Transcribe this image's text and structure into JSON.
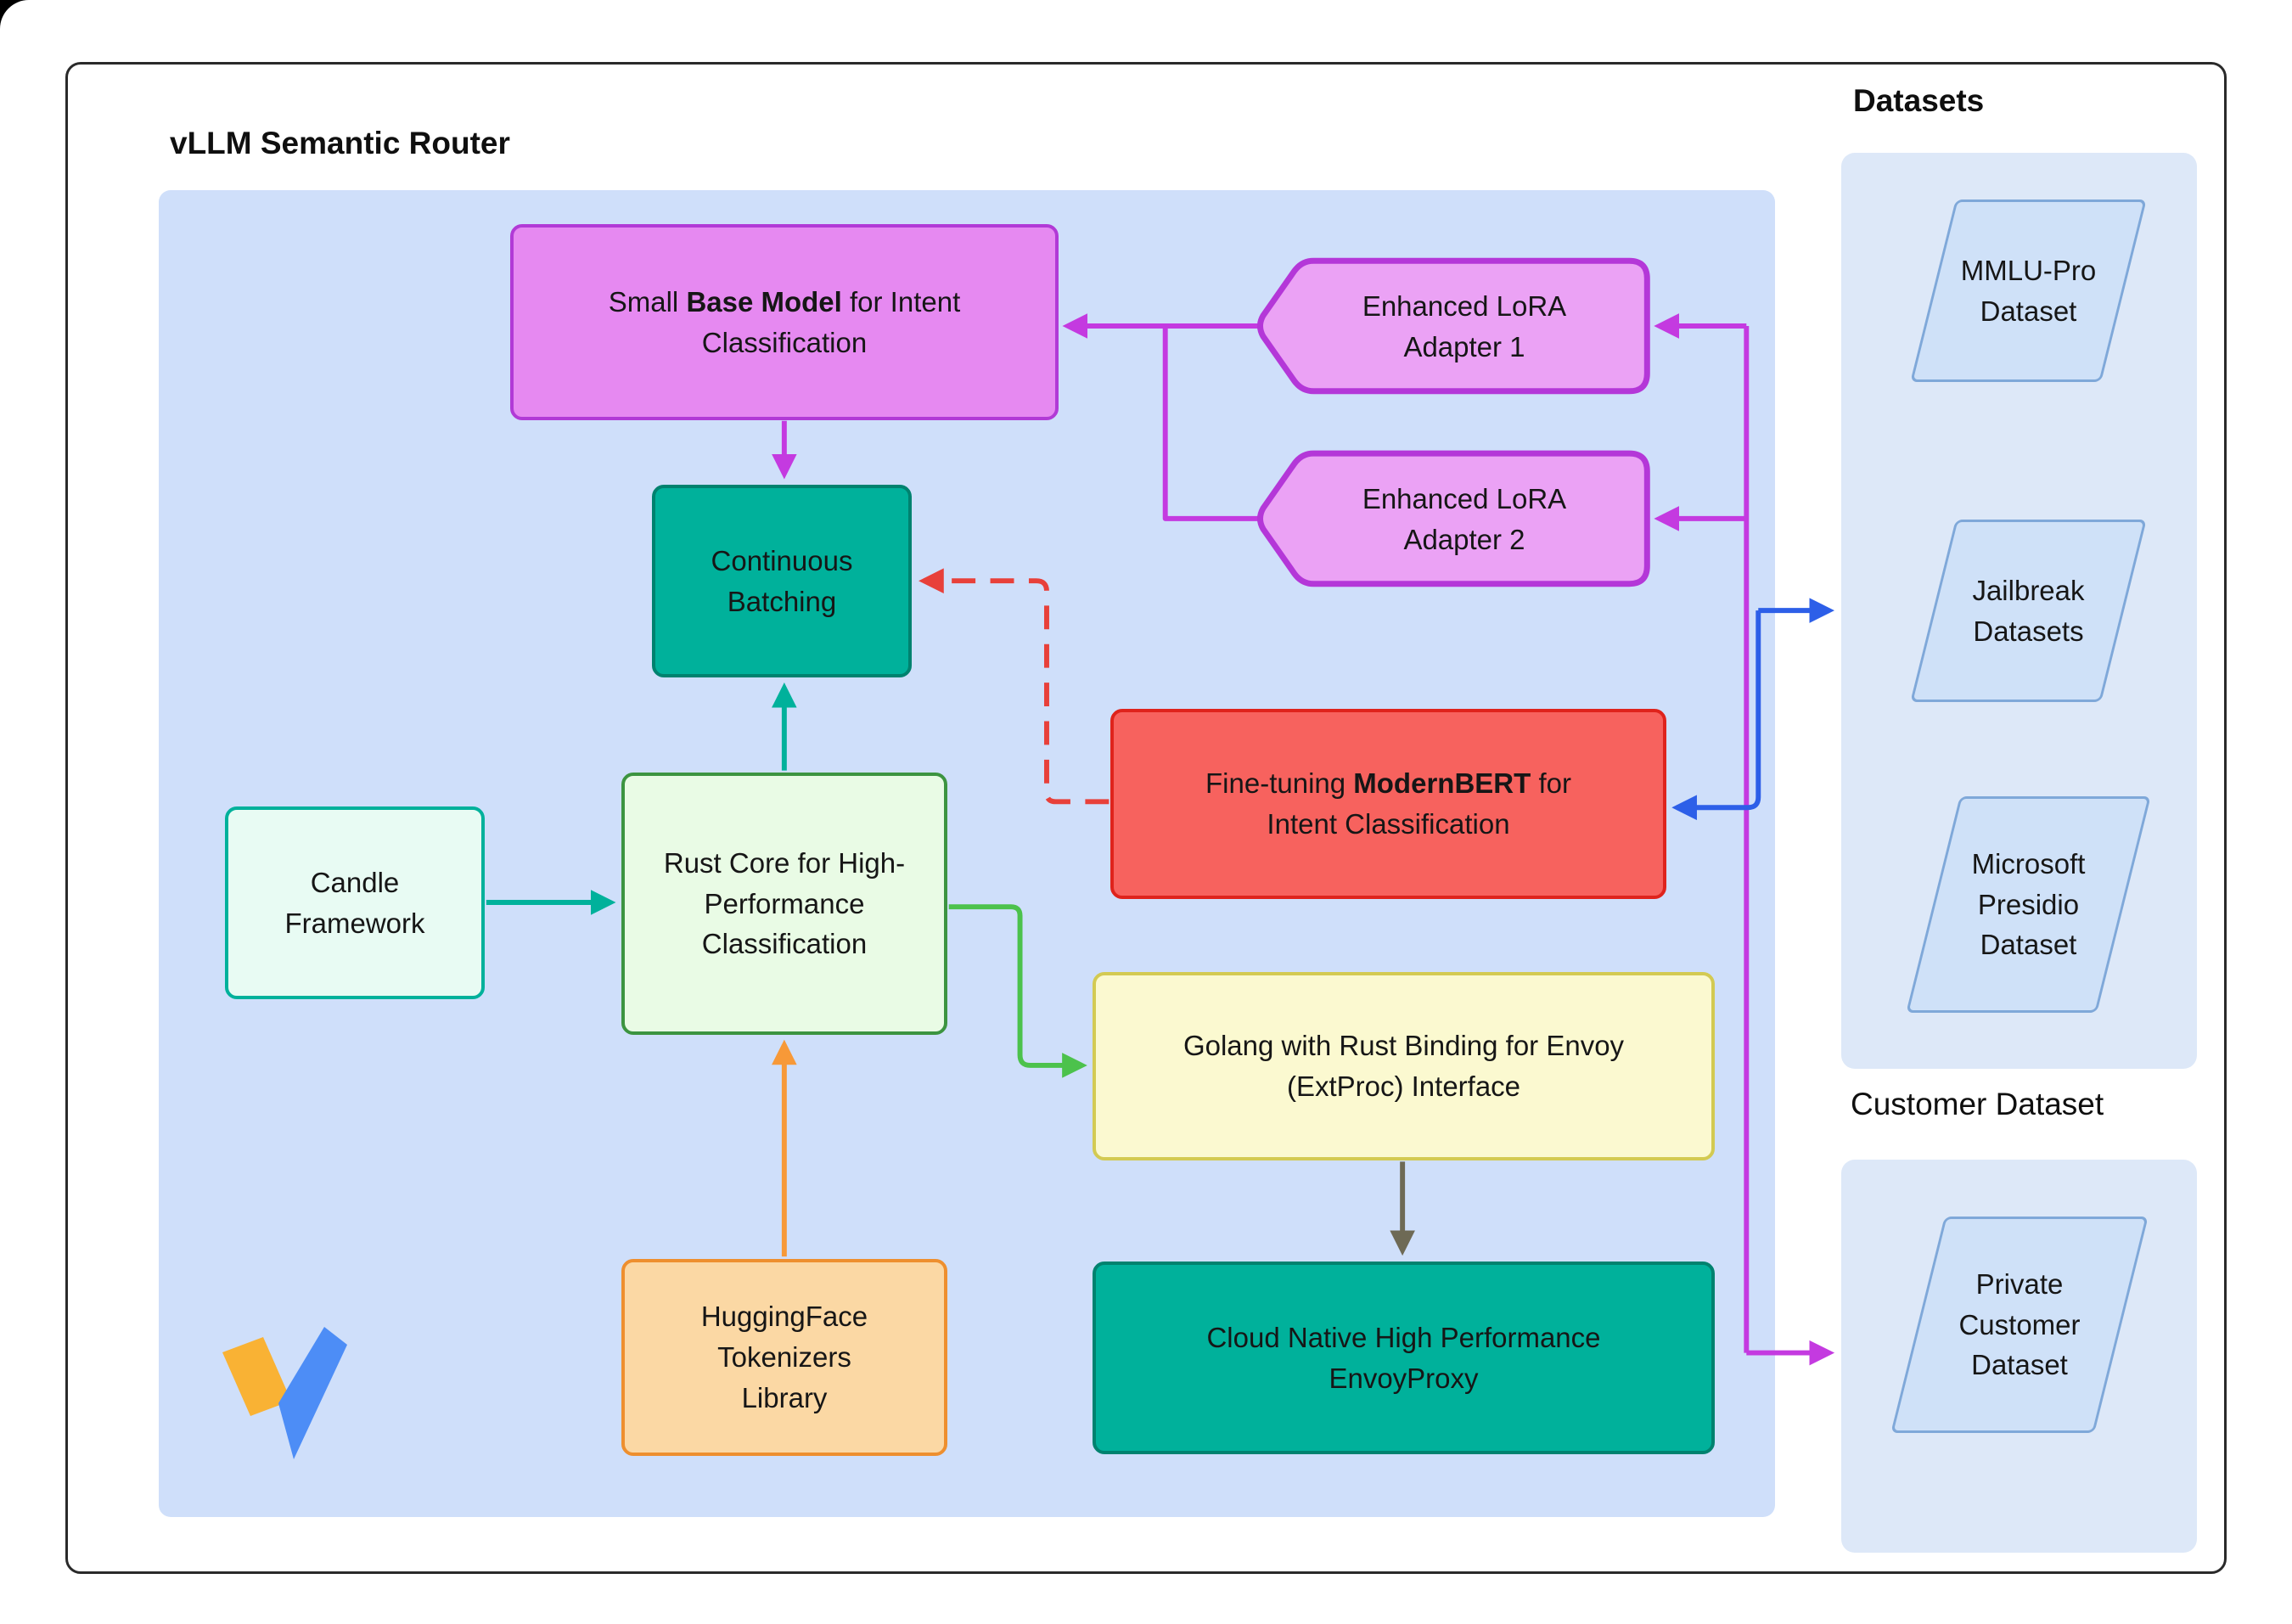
{
  "title": "vLLM Semantic Router",
  "palette": {
    "container_bg": "#cfdffa",
    "purple_fill": "#e689f1",
    "purple_border": "#b13ad6",
    "teal_fill": "#00b19b",
    "teal_border": "#00826f",
    "red_fill": "#f7625e",
    "red_border": "#df231c",
    "mint_fill": "#e8fbf3",
    "green_fill": "#e9fbe5",
    "green_border": "#3c9440",
    "yellow_fill": "#fbf9d0",
    "yellow_border": "#d3ca52",
    "orange_fill": "#fbd8a4",
    "orange_border": "#ee8f2e",
    "dataset_panel_bg": "#dde8f8",
    "dataset_fill": "#cfe1f8",
    "dataset_border": "#7fa8d9",
    "arrow_magenta": "#c43ae0",
    "arrow_teal": "#00b19b",
    "arrow_green": "#4cc24c",
    "arrow_orange": "#f79938",
    "arrow_red": "#e8403a",
    "arrow_blue": "#2d5fe8",
    "arrow_olive": "#6e6a55",
    "logo_orange": "#f9b234",
    "logo_blue": "#4d8df6"
  },
  "nodes": {
    "base_model": {
      "pre": "Small ",
      "bold": "Base Model",
      "post": " for Intent Classification"
    },
    "lora_adapter_1": {
      "label": "Enhanced LoRA Adapter 1"
    },
    "lora_adapter_2": {
      "label": "Enhanced LoRA Adapter 2"
    },
    "continuous_batching": {
      "label": "Continuous Batching"
    },
    "modernbert": {
      "pre": "Fine-tuning ",
      "bold": "ModernBERT",
      "post": " for Intent Classification"
    },
    "candle": {
      "label": "Candle Framework"
    },
    "rust_core": {
      "label": "Rust Core for High-Performance Classification"
    },
    "golang_binding": {
      "label": "Golang with Rust Binding for Envoy (ExtProc) Interface"
    },
    "huggingface": {
      "label": "HuggingFace Tokenizers Library"
    },
    "envoyproxy": {
      "label": "Cloud Native High Performance EnvoyProxy"
    }
  },
  "datasets_panel": {
    "heading": "Datasets",
    "items": [
      {
        "label": "MMLU-Pro Dataset"
      },
      {
        "label": "Jailbreak Datasets"
      },
      {
        "label": "Microsoft Presidio Dataset"
      }
    ],
    "customer_heading": "Customer Dataset",
    "customer_items": [
      {
        "label": "Private Customer Dataset"
      }
    ]
  }
}
